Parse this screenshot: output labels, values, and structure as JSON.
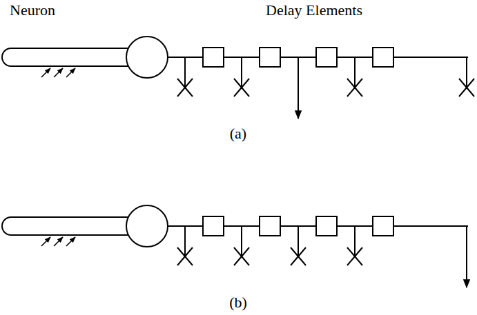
{
  "diagram": {
    "labels": [
      "Neuron",
      "Delay Elements",
      "(a)",
      "(b)"
    ]
  }
}
